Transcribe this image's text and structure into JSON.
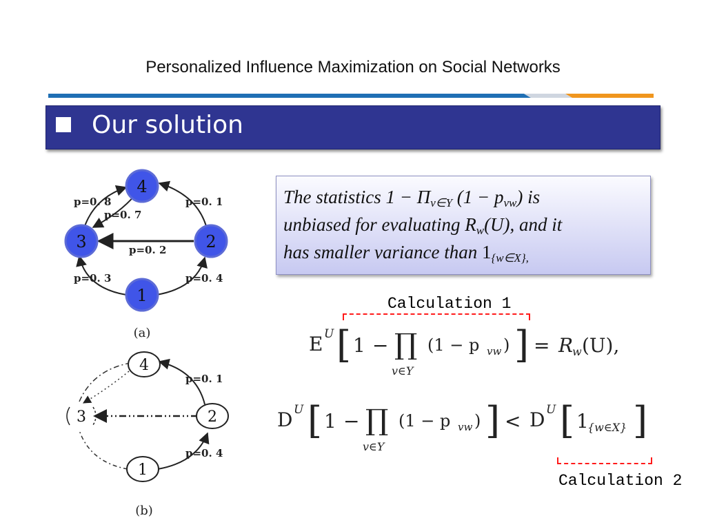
{
  "page": {
    "title": "Personalized Influence Maximization on Social Networks",
    "section_title": "Our solution",
    "colors": {
      "banner": "#2f3591",
      "rule_blue": "#1f6fb4",
      "rule_orange": "#f0961e",
      "node_fill": "#4055e8",
      "bracket": "#ff1a1a"
    }
  },
  "statement": {
    "text1": "The statistics 1 − Π",
    "sub1": "v∈Y",
    "text2": " (1 − p",
    "sub2": "vw",
    "text3": ") is",
    "line2a": "unbiased for evaluating R",
    "sub3": "w",
    "line2b": "(U), and it",
    "line3a": "has smaller variance than ",
    "one": "1",
    "sub4": "{w∈X},"
  },
  "calc": {
    "label1": "Calculation 1",
    "label2": "Calculation 2"
  },
  "formulas": {
    "eq1": {
      "op": "E",
      "sup": "U",
      "one": "1",
      "minus": "−",
      "prod": "∏",
      "under": "v∈Y",
      "paren": "(1 − p",
      "psub": "vw",
      "close": ")",
      "rel": "=",
      "rhs": "R",
      "rsub": "w",
      "rhs_tail": "(U),"
    },
    "eq2": {
      "op": "D",
      "sup": "U",
      "one": "1",
      "minus": "−",
      "prod": "∏",
      "under": "v∈Y",
      "paren": "(1 − p",
      "psub": "vw",
      "close": ")",
      "rel": "<",
      "op2": "D",
      "sup2": "U",
      "ind": "1",
      "indsub": "{w∈X}"
    }
  },
  "diagram_a": {
    "caption": "(a)",
    "nodes": [
      "1",
      "2",
      "3",
      "4"
    ],
    "labels": {
      "e34": "p=0. 8",
      "e43": "p=0. 7",
      "e24": "p=0. 1",
      "e23": "p=0. 2",
      "e13": "p=0. 3",
      "e12": "p=0. 4"
    }
  },
  "diagram_b": {
    "caption": "(b)",
    "nodes": [
      "1",
      "2",
      "3",
      "4"
    ],
    "labels": {
      "e24": "p=0. 1",
      "e12": "p=0. 4"
    }
  }
}
